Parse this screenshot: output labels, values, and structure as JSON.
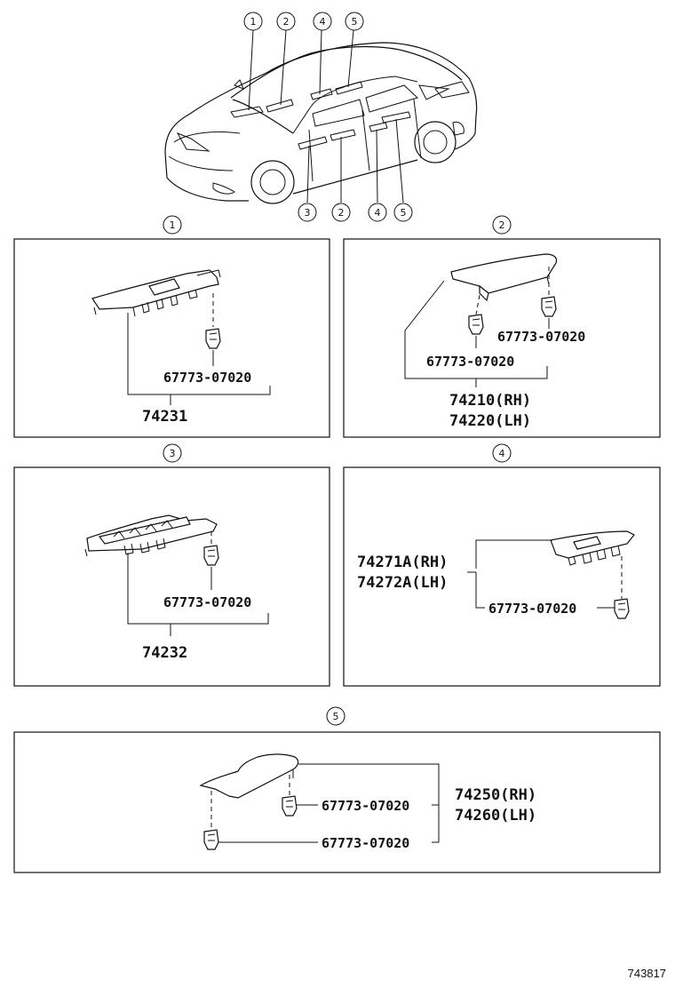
{
  "car_callouts_top": [
    "1",
    "2",
    "4",
    "5"
  ],
  "car_callouts_bottom": [
    "3",
    "2",
    "4",
    "5"
  ],
  "panel1": {
    "callout": "1",
    "clip": "67773-07020",
    "part": "74231"
  },
  "panel2": {
    "callout": "2",
    "clip_a": "67773-07020",
    "clip_b": "67773-07020",
    "part_rh": "74210(RH)",
    "part_lh": "74220(LH)"
  },
  "panel3": {
    "callout": "3",
    "clip": "67773-07020",
    "part": "74232"
  },
  "panel4": {
    "callout": "4",
    "part_rh": "74271A(RH)",
    "part_lh": "74272A(LH)",
    "clip": "67773-07020"
  },
  "panel5": {
    "callout": "5",
    "clip_a": "67773-07020",
    "clip_b": "67773-07020",
    "part_rh": "74250(RH)",
    "part_lh": "74260(LH)"
  },
  "diagram_ref": "743817"
}
